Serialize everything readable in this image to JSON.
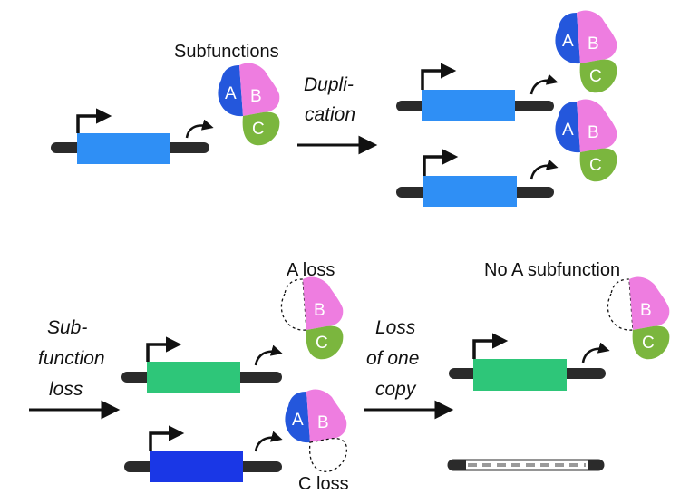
{
  "labels": {
    "subfunctions": "Subfunctions",
    "duplication_1": "Dupli-",
    "duplication_2": "cation",
    "subfunction_loss_1": "Sub-",
    "subfunction_loss_2": "function",
    "subfunction_loss_3": "loss",
    "a_loss": "A loss",
    "c_loss": "C loss",
    "loss_of_one_copy_1": "Loss",
    "loss_of_one_copy_2": "of one",
    "loss_of_one_copy_3": "copy",
    "no_a_subfunction": "No A subfunction"
  },
  "domains": {
    "a": "A",
    "b": "B",
    "c": "C"
  },
  "colors": {
    "gene_original": "#2f8ff5",
    "gene_green": "#2ec679",
    "gene_dark_blue": "#1a37e6",
    "domain_a": "#2457dc",
    "domain_b": "#ee7de0",
    "domain_c": "#7bb63e",
    "dna": "#2b2b2b",
    "lost_dna": "#9a9a9a"
  }
}
